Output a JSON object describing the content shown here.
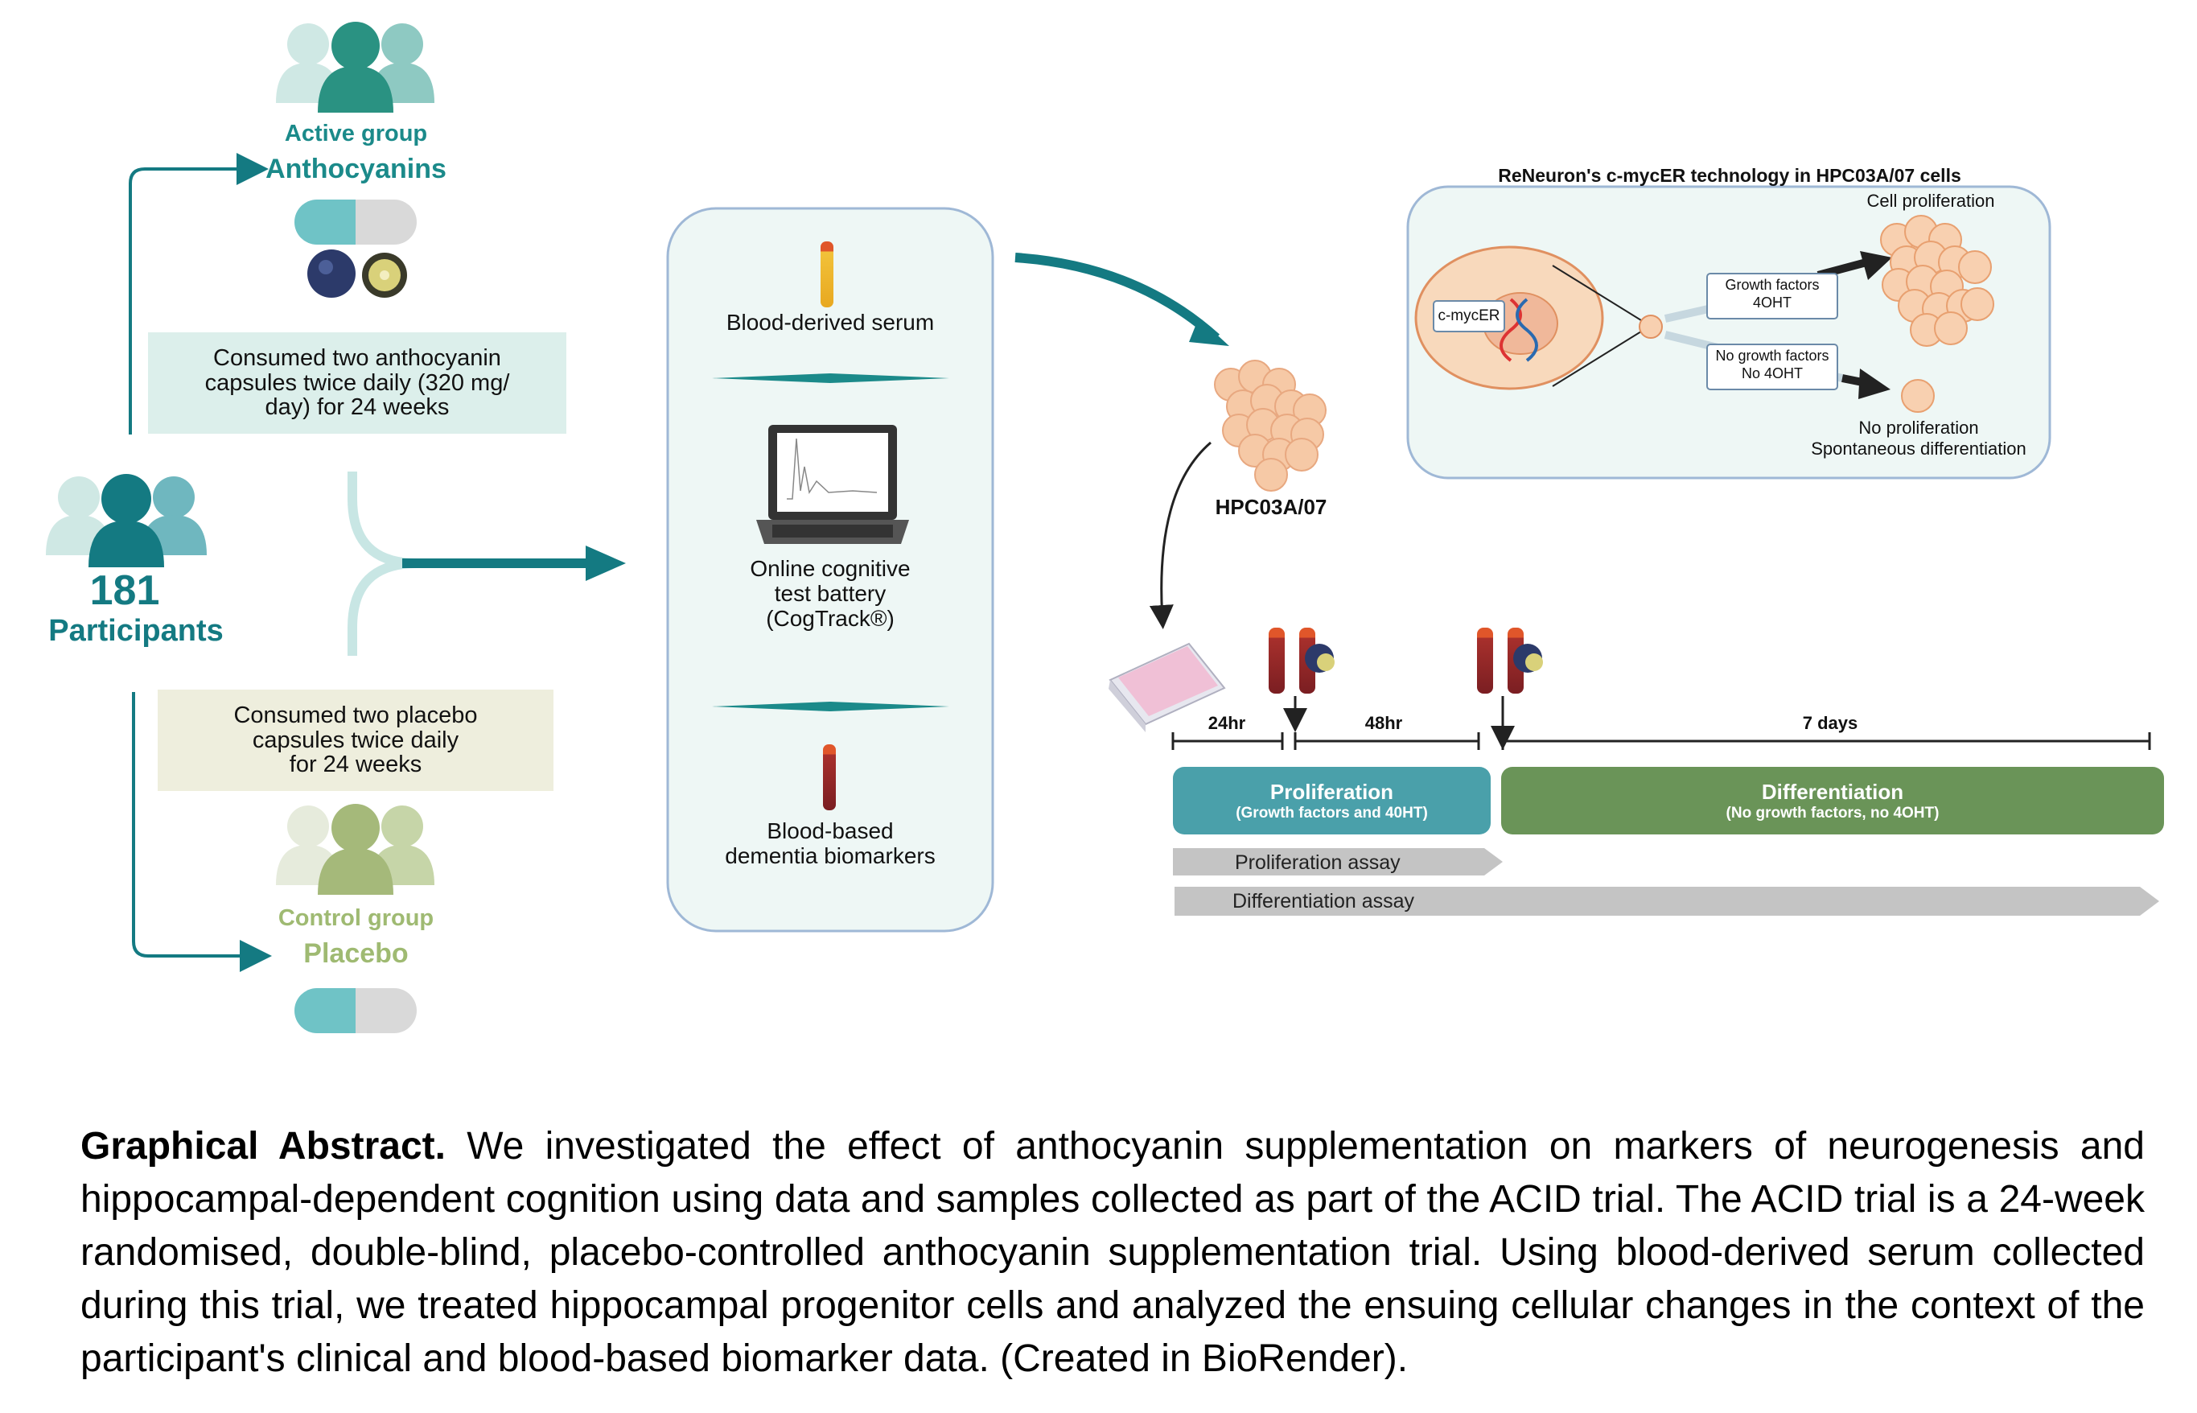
{
  "groups": {
    "active": {
      "title": "Active group",
      "subtitle": "Anthocyanins",
      "note": "Consumed  two anthocyanin capsules twice daily (320 mg/ day) for 24 weeks",
      "note_lines": [
        "Consumed  two anthocyanin",
        "capsules twice daily (320 mg/",
        "day) for 24 weeks"
      ]
    },
    "control": {
      "title": "Control group",
      "subtitle": "Placebo",
      "note_lines": [
        "Consumed two placebo",
        "capsules twice daily",
        "for 24 weeks"
      ]
    },
    "participants": {
      "count": "181",
      "label": "Participants"
    }
  },
  "samples": {
    "serum": "Blood-derived serum",
    "cognitive_lines": [
      "Online cognitive",
      "test battery",
      "(CogTrack®)"
    ],
    "biomarkers_lines": [
      "Blood-based",
      "dementia biomarkers"
    ]
  },
  "cells": {
    "name": "HPC03A/07",
    "tech_title": "ReNeuron's c-mycER technology in HPC03A/07 cells",
    "prolif_label": "Cell proliferation",
    "mycer": "c-mycER",
    "growth_lines": [
      "Growth factors",
      "4OHT"
    ],
    "nogrowth_lines": [
      "No growth factors",
      "No 4OHT"
    ],
    "noprolif_lines": [
      "No proliferation",
      "Spontaneous differentiation"
    ]
  },
  "timeline": {
    "t1": "24hr",
    "t2": "48hr",
    "t3": "7 days",
    "proliferation": {
      "title": "Proliferation",
      "sub": "(Growth factors and 40HT)"
    },
    "differentiation": {
      "title": "Differentiation",
      "sub": "(No growth factors, no 4OHT)"
    },
    "assay1": "Proliferation assay",
    "assay2": "Differentiation assay"
  },
  "caption": {
    "bold": "Graphical Abstract.",
    "text": " We investigated the effect of anthocyanin supplementation on markers of neurogenesis and  hippocampal-dependent cognition using data and samples collected as part of the ACID trial. The ACID trial is a 24-week randomised, double-blind, placebo-controlled anthocyanin supplementation trial. Using blood-derived serum collected during this trial, we treated hippocampal progenitor cells and analyzed the ensuing cellular changes in the context of the participant's clinical and blood-based biomarker data. (Created in BioRender)."
  },
  "colors": {
    "teal": "#1b8a8a",
    "teal_light": "#5bbfc1",
    "green": "#9fba72",
    "green_phase": "#6a9458",
    "prolif_phase": "#4aa0aa",
    "panel_bg": "#eef7f5",
    "panel_border": "#9fb8d6"
  }
}
